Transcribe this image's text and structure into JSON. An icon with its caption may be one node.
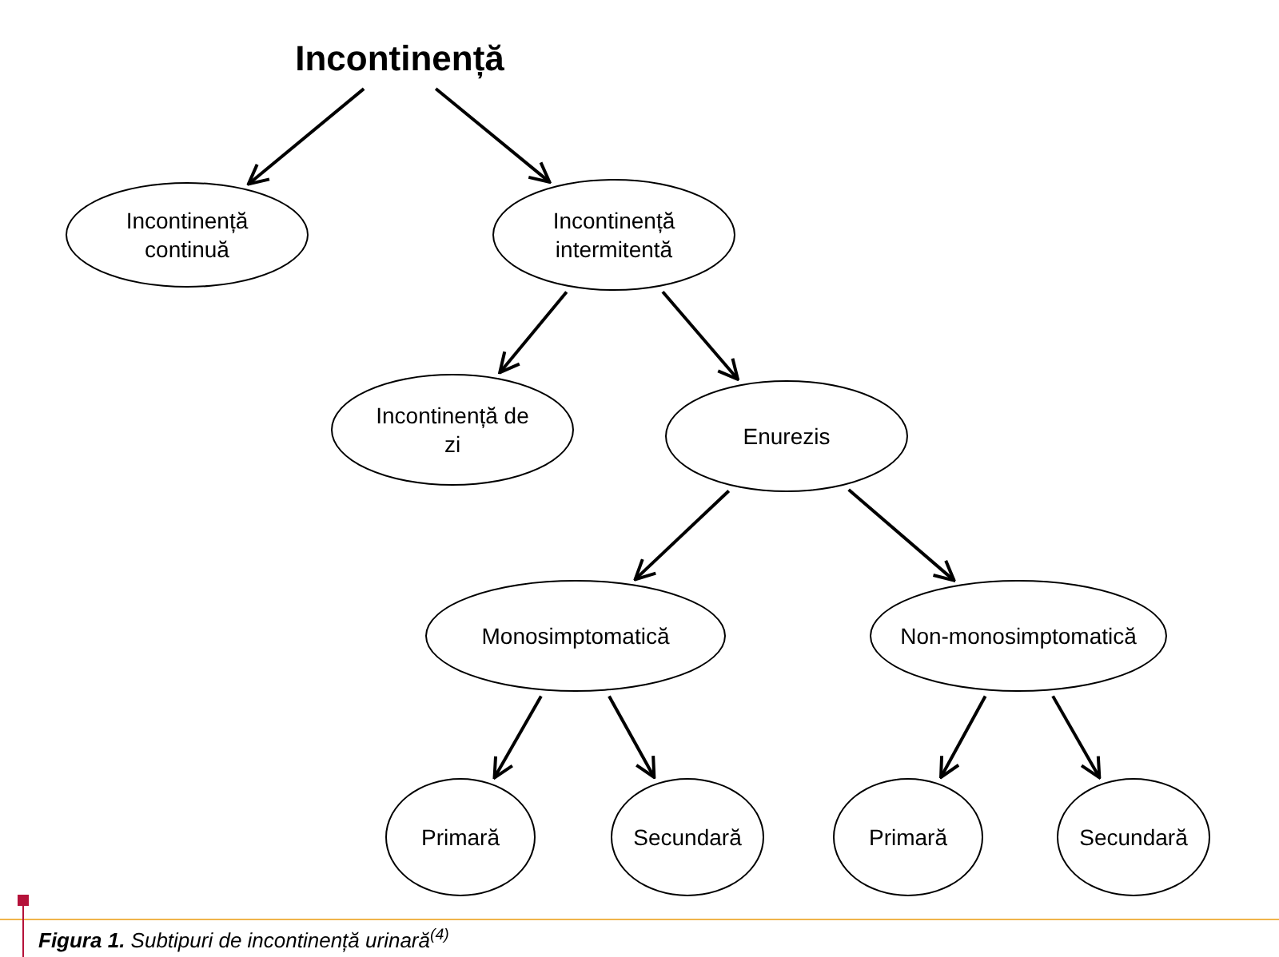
{
  "diagram": {
    "caption": "**Figura 1.** Subtipuri de incontinență urinară$^{(4)}$",
    "nodes": [
      {
        "text": [
          "Incontinență"
        ]
      },
      {
        "text": [
          "Incontinență continuă"
        ]
      },
      {
        "text": [
          "Incontinență intermitentă"
        ]
      },
      {
        "text": [
          "Incontinență de zi"
        ]
      },
      {
        "text": [
          "Enurezis"
        ]
      },
      {
        "text": [
          "Monosimptomatică"
        ]
      },
      {
        "text": [
          "Non-monosimptomatică"
        ]
      },
      {
        "text": [
          "Primară"
        ]
      },
      {
        "text": [
          "Secundară"
        ]
      },
      {
        "text": [
          "Primară"
        ]
      },
      {
        "text": [
          "Secundară"
        ]
      }
    ],
    "edges": [
      {
        "from": 0,
        "to": 1,
        "arrow": "to"
      },
      {
        "from": 0,
        "to": 2,
        "arrow": "to"
      },
      {
        "from": 2,
        "to": 3,
        "arrow": "to"
      },
      {
        "from": 2,
        "to": 4,
        "arrow": "to"
      },
      {
        "from": 4,
        "to": 5,
        "arrow": "to"
      },
      {
        "from": 4,
        "to": 6,
        "arrow": "to"
      },
      {
        "from": 5,
        "to": 7,
        "arrow": "to"
      },
      {
        "from": 5,
        "to": 8,
        "arrow": "to"
      },
      {
        "from": 6,
        "to": 9,
        "arrow": "to"
      },
      {
        "from": 6,
        "to": 10,
        "arrow": "to"
      }
    ]
  }
}
